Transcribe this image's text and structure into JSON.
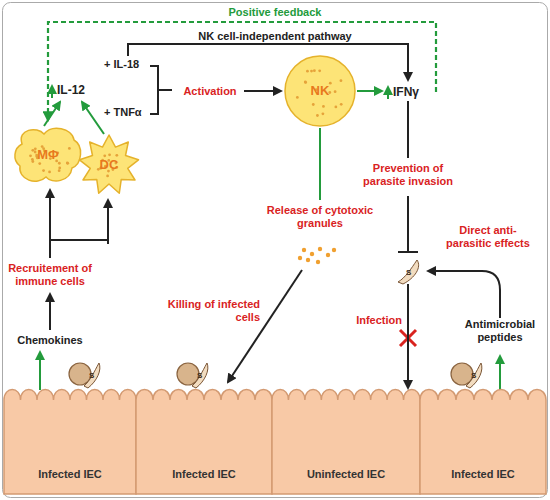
{
  "diagram": {
    "nodes": [
      {
        "text": [
          "MΦ"
        ]
      },
      {
        "text": [
          "DC"
        ]
      },
      {
        "text": [
          "NK"
        ]
      },
      {
        "text": [
          "S"
        ]
      },
      {
        "text": [
          "S"
        ]
      },
      {
        "text": [
          "S"
        ]
      },
      {
        "text": [
          "S"
        ]
      },
      {
        "text": [
          "Infected IEC"
        ]
      },
      {
        "text": [
          "Infected IEC"
        ]
      },
      {
        "text": [
          "Uninfected IEC"
        ]
      },
      {
        "text": [
          "Infected IEC"
        ]
      }
    ],
    "edges": [
      {
        "from": 3,
        "to": 9,
        "label": "Infection",
        "arrow": "to"
      }
    ],
    "labels": [
      "Positive feedback",
      "NK cell-independent pathway",
      "IL-12",
      "+ IL-18",
      "+ TNFα",
      "Activation",
      "IFNγ",
      "Prevention of parasite invasion",
      "Release of cytotoxic granules",
      "Recruitement of immune cells",
      "Direct anti-parasitic effects",
      "Killing of infected cells",
      "Chemokines",
      "Antimicrobial peptides"
    ]
  }
}
